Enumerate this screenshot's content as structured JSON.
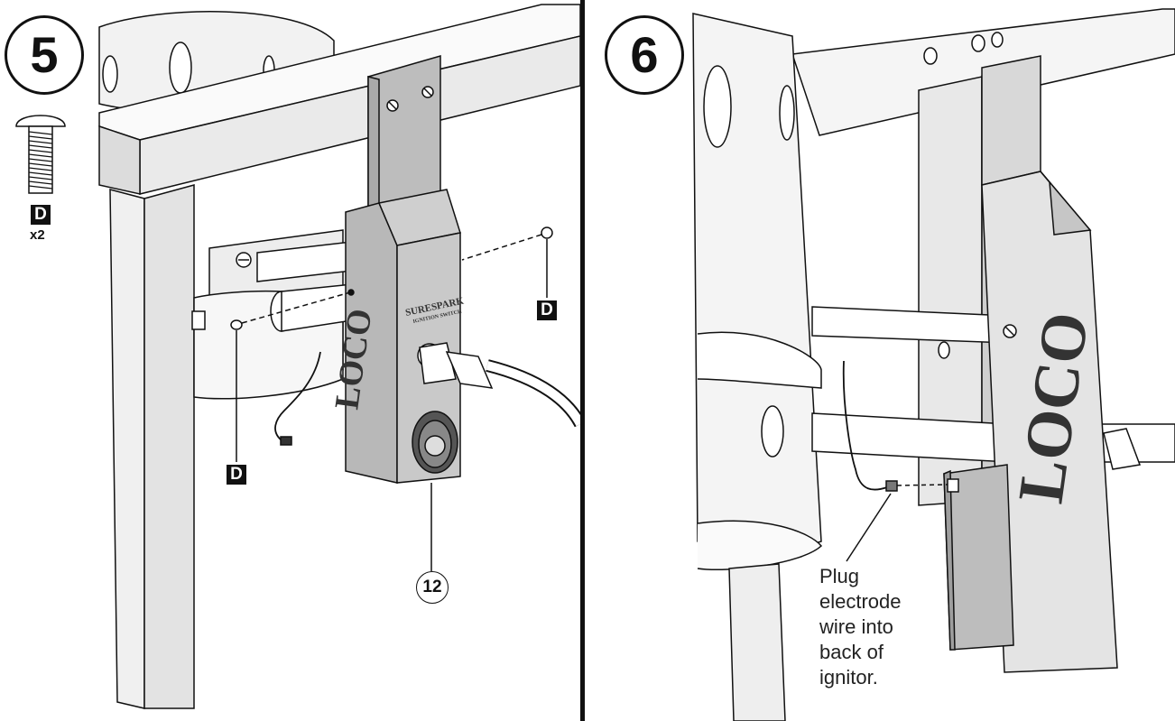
{
  "steps": [
    {
      "number": "5",
      "hardware": {
        "letter": "D",
        "quantity": "x2"
      },
      "part_tags": [
        "D",
        "D"
      ],
      "part_number": "12",
      "brand": {
        "logo": "LOCO",
        "product": "SURESPARK",
        "subtitle": "IGNITION SWITCH"
      }
    },
    {
      "number": "6",
      "brand": {
        "logo": "LOCO"
      },
      "instruction": "Plug\nelectrode\nwire into\nback of\nignitor."
    }
  ],
  "colors": {
    "line": "#111111",
    "panel_fill": "#e4e4e4",
    "shade": "#c8c8c8",
    "background": "#ffffff"
  }
}
